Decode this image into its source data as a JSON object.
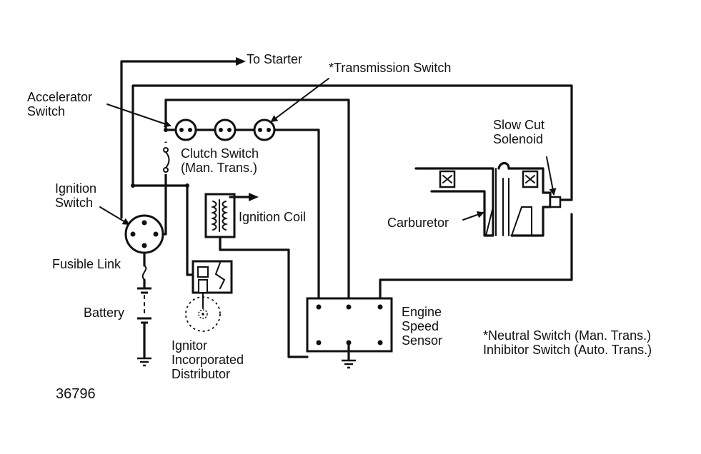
{
  "labels": {
    "to_starter": "To Starter",
    "transmission_switch": "*Transmission Switch",
    "accelerator_switch": [
      "Accelerator",
      "Switch"
    ],
    "clutch_switch": [
      "Clutch Switch",
      "(Man. Trans.)"
    ],
    "slow_cut_solenoid": [
      "Slow Cut",
      "Solenoid"
    ],
    "ignition_switch": [
      "Ignition",
      "Switch"
    ],
    "ignition_coil": "Ignition Coil",
    "carburetor": "Carburetor",
    "fusible_link": "Fusible Link",
    "battery": "Battery",
    "engine_speed_sensor": [
      "Engine",
      "Speed",
      "Sensor"
    ],
    "footnote": [
      "*Neutral Switch (Man. Trans.)",
      "Inhibitor Switch (Auto. Trans.)"
    ],
    "distributor": [
      "Ignitor",
      "Incorporated",
      "Distributor"
    ],
    "figure_number": "36796"
  },
  "colors": {
    "ink": "#111111",
    "paper": "#ffffff"
  }
}
